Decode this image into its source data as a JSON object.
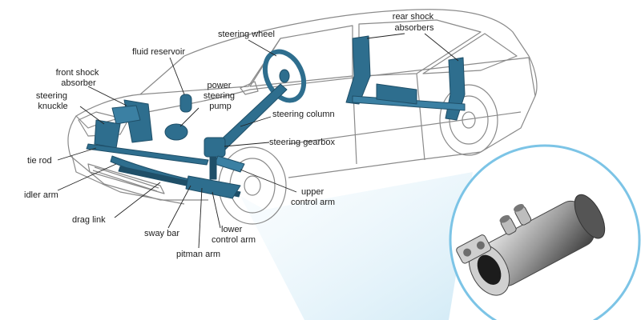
{
  "labels": {
    "steering_wheel": "steering wheel",
    "rear_shock_line1": "rear shock",
    "rear_shock_line2": "absorbers",
    "fluid_reservoir": "fluid reservoir",
    "front_shock_line1": "front shock",
    "front_shock_line2": "absorber",
    "power_steering_line1": "power",
    "power_steering_line2": "steering",
    "power_steering_line3": "pump",
    "steering_knuckle_line1": "steering",
    "steering_knuckle_line2": "knuckle",
    "steering_column": "steering column",
    "steering_gearbox": "steering gearbox",
    "tie_rod": "tie rod",
    "idler_arm": "idler arm",
    "upper_control_arm_line1": "upper",
    "upper_control_arm_line2": "control arm",
    "drag_link": "drag link",
    "sway_bar": "sway bar",
    "lower_control_arm_line1": "lower",
    "lower_control_arm_line2": "control arm",
    "pitman_arm": "pitman arm"
  },
  "colors": {
    "car_outline": "#8a8a8a",
    "component_blue": "#2e6e8e",
    "component_dark": "#1f4f68",
    "highlight_glow": "#bfe3f4",
    "inset_border": "#7cc4e6",
    "leader_line": "#222222"
  }
}
